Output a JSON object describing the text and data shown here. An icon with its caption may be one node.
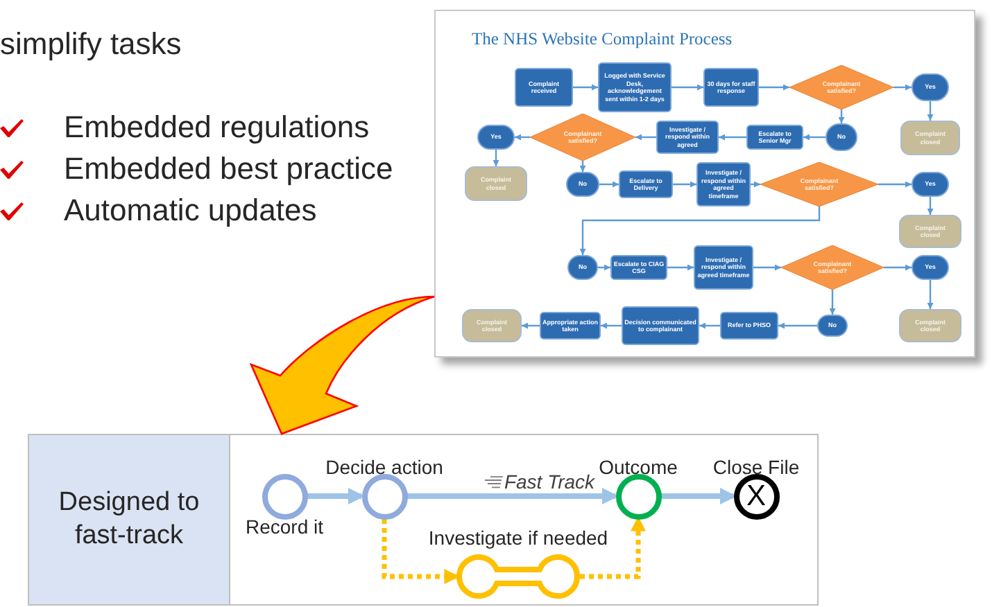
{
  "diagram": {
    "title": "simplify tasks",
    "nodes": [
      {
        "text": [
          "The NHS Website Complaint Process"
        ]
      },
      {
        "text": [
          "Complaint received"
        ],
        "in": 0
      },
      {
        "text": [
          "Logged with Service Desk, acknowledgement sent within 1-2 days"
        ],
        "in": 0
      },
      {
        "text": [
          "30 days for staff response"
        ],
        "in": 0
      },
      {
        "text": [
          "Complainant satisfied?"
        ],
        "in": 0
      },
      {
        "text": [
          "Yes"
        ],
        "in": 0
      },
      {
        "text": [
          "Yes"
        ],
        "in": 0
      },
      {
        "text": [
          "Complainant satisfied?"
        ],
        "in": 0
      },
      {
        "text": [
          "Investigate / respond within agreed"
        ],
        "in": 0
      },
      {
        "text": [
          "Escalate to Senior Mgr"
        ],
        "in": 0
      },
      {
        "text": [
          "No"
        ],
        "in": 0
      },
      {
        "text": [
          "Complaint closed"
        ],
        "in": 0
      },
      {
        "text": [
          "Complaint closed"
        ],
        "in": 0
      },
      {
        "text": [
          "No"
        ],
        "in": 0
      },
      {
        "text": [
          "Escalate to Delivery"
        ],
        "in": 0
      },
      {
        "text": [
          "Investigate / respond within agreed timeframe"
        ],
        "in": 0
      },
      {
        "text": [
          "Complainant satisfied?"
        ],
        "in": 0
      },
      {
        "text": [
          "Yes"
        ],
        "in": 0
      },
      {
        "text": [
          "Complaint closed"
        ],
        "in": 0
      },
      {
        "text": [
          "No"
        ],
        "in": 0
      },
      {
        "text": [
          "Escalate to CIAG CSG"
        ],
        "in": 0
      },
      {
        "text": [
          "Investigate / respond within agreed timeframe"
        ],
        "in": 0
      },
      {
        "text": [
          "Complainant satisfied?"
        ],
        "in": 0
      },
      {
        "text": [
          "Yes"
        ],
        "in": 0
      },
      {
        "text": [
          "Complaint closed"
        ],
        "in": 0
      },
      {
        "text": [
          "Appropriate action taken"
        ],
        "in": 0
      },
      {
        "text": [
          "Decision communicated to complainant"
        ],
        "in": 0
      },
      {
        "text": [
          "Refer to PHSO"
        ],
        "in": 0
      },
      {
        "text": [
          "No"
        ],
        "in": 0
      },
      {
        "text": [
          "Complaint closed"
        ],
        "in": 0
      },
      {
        "text": [],
        "shape": "box"
      },
      {
        "text": [
          "Designed to fast-track"
        ],
        "in": 30
      },
      {
        "text": [
          "Record it"
        ],
        "in": 30
      },
      {
        "text": [
          "Decide action"
        ],
        "in": 30
      },
      {
        "text": [
          "Outcome"
        ],
        "in": 30
      },
      {
        "text": [
          "Close File",
          "X"
        ],
        "in": 30
      },
      {
        "text": [
          "Investigate if needed"
        ],
        "in": 30
      }
    ],
    "edges": [
      {
        "from": 1,
        "to": 2,
        "arrow": "to"
      },
      {
        "from": 2,
        "to": 3,
        "arrow": "to"
      },
      {
        "from": 3,
        "to": 4,
        "arrow": "to"
      },
      {
        "from": 4,
        "to": 5,
        "arrow": "to"
      },
      {
        "from": 5,
        "to": 11,
        "arrow": "to"
      },
      {
        "from": 4,
        "to": 10,
        "arrow": "to"
      },
      {
        "from": 10,
        "to": 9,
        "arrow": "to"
      },
      {
        "from": 9,
        "to": 8,
        "arrow": "to"
      },
      {
        "from": 8,
        "to": 7,
        "arrow": "to"
      },
      {
        "from": 7,
        "to": 6,
        "arrow": "to"
      },
      {
        "from": 6,
        "to": 12,
        "arrow": "to"
      },
      {
        "from": 7,
        "to": 13,
        "arrow": "to"
      },
      {
        "from": 13,
        "to": 14,
        "arrow": "to"
      },
      {
        "from": 14,
        "to": 15,
        "arrow": "to"
      },
      {
        "from": 15,
        "to": 16,
        "arrow": "to"
      },
      {
        "from": 16,
        "to": 17,
        "arrow": "to"
      },
      {
        "from": 17,
        "to": 18,
        "arrow": "to"
      },
      {
        "from": 16,
        "to": 19,
        "arrow": "to"
      },
      {
        "from": 19,
        "to": 20,
        "arrow": "to"
      },
      {
        "from": 20,
        "to": 21,
        "arrow": "to"
      },
      {
        "from": 21,
        "to": 22,
        "arrow": "to"
      },
      {
        "from": 22,
        "to": 23,
        "arrow": "to"
      },
      {
        "from": 23,
        "to": 29,
        "arrow": "to"
      },
      {
        "from": 22,
        "to": 28,
        "arrow": "to"
      },
      {
        "from": 28,
        "to": 27,
        "arrow": "to"
      },
      {
        "from": 27,
        "to": 26,
        "arrow": "to"
      },
      {
        "from": 26,
        "to": 25,
        "arrow": "to"
      },
      {
        "from": 25,
        "to": 24,
        "arrow": "to"
      },
      {
        "from": 0,
        "to": 30,
        "arrow": "to",
        "style": "thick",
        "color": "#ffc000"
      },
      {
        "from": 32,
        "to": 33,
        "arrow": "to",
        "style": "thick",
        "color": "#9dc3e6"
      },
      {
        "from": 33,
        "to": 34,
        "arrow": "to",
        "label": "Fast Track",
        "style": "thick",
        "color": "#9dc3e6"
      },
      {
        "from": 34,
        "to": 35,
        "arrow": "to",
        "style": "thick",
        "color": "#9dc3e6"
      },
      {
        "from": 33,
        "to": 36,
        "arrow": "to",
        "style": "dashed",
        "color": "#ffc000"
      },
      {
        "from": 36,
        "to": 34,
        "arrow": "to",
        "style": "dashed",
        "color": "#ffc000"
      }
    ],
    "labels": [
      "Embedded regulations",
      "Embedded best practice",
      "Automatic updates"
    ]
  }
}
